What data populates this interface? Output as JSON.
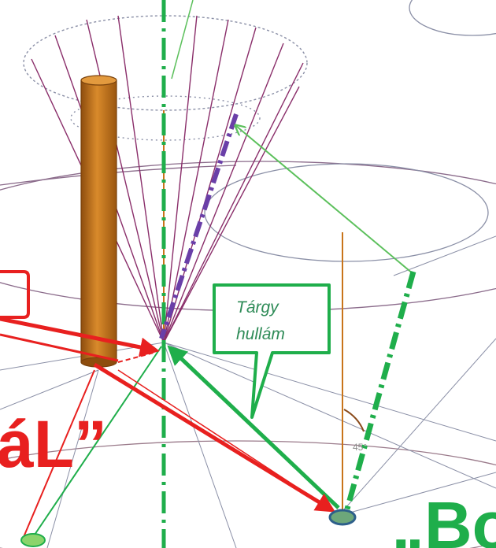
{
  "callout": {
    "line1": "Tárgy",
    "line2": "hullám"
  },
  "labels": {
    "left_fragment": "áL”",
    "right_fragment": "„Bo"
  },
  "colors": {
    "axis_green": "#1fae4b",
    "object_wave_green": "#1fae4b",
    "reference_red": "#e8201f",
    "rod_orange": "#c8741a",
    "cone_purple": "#8a2e6a",
    "dash_violet": "#6a3fa8",
    "ellipse_gray": "#8a8fa6"
  }
}
